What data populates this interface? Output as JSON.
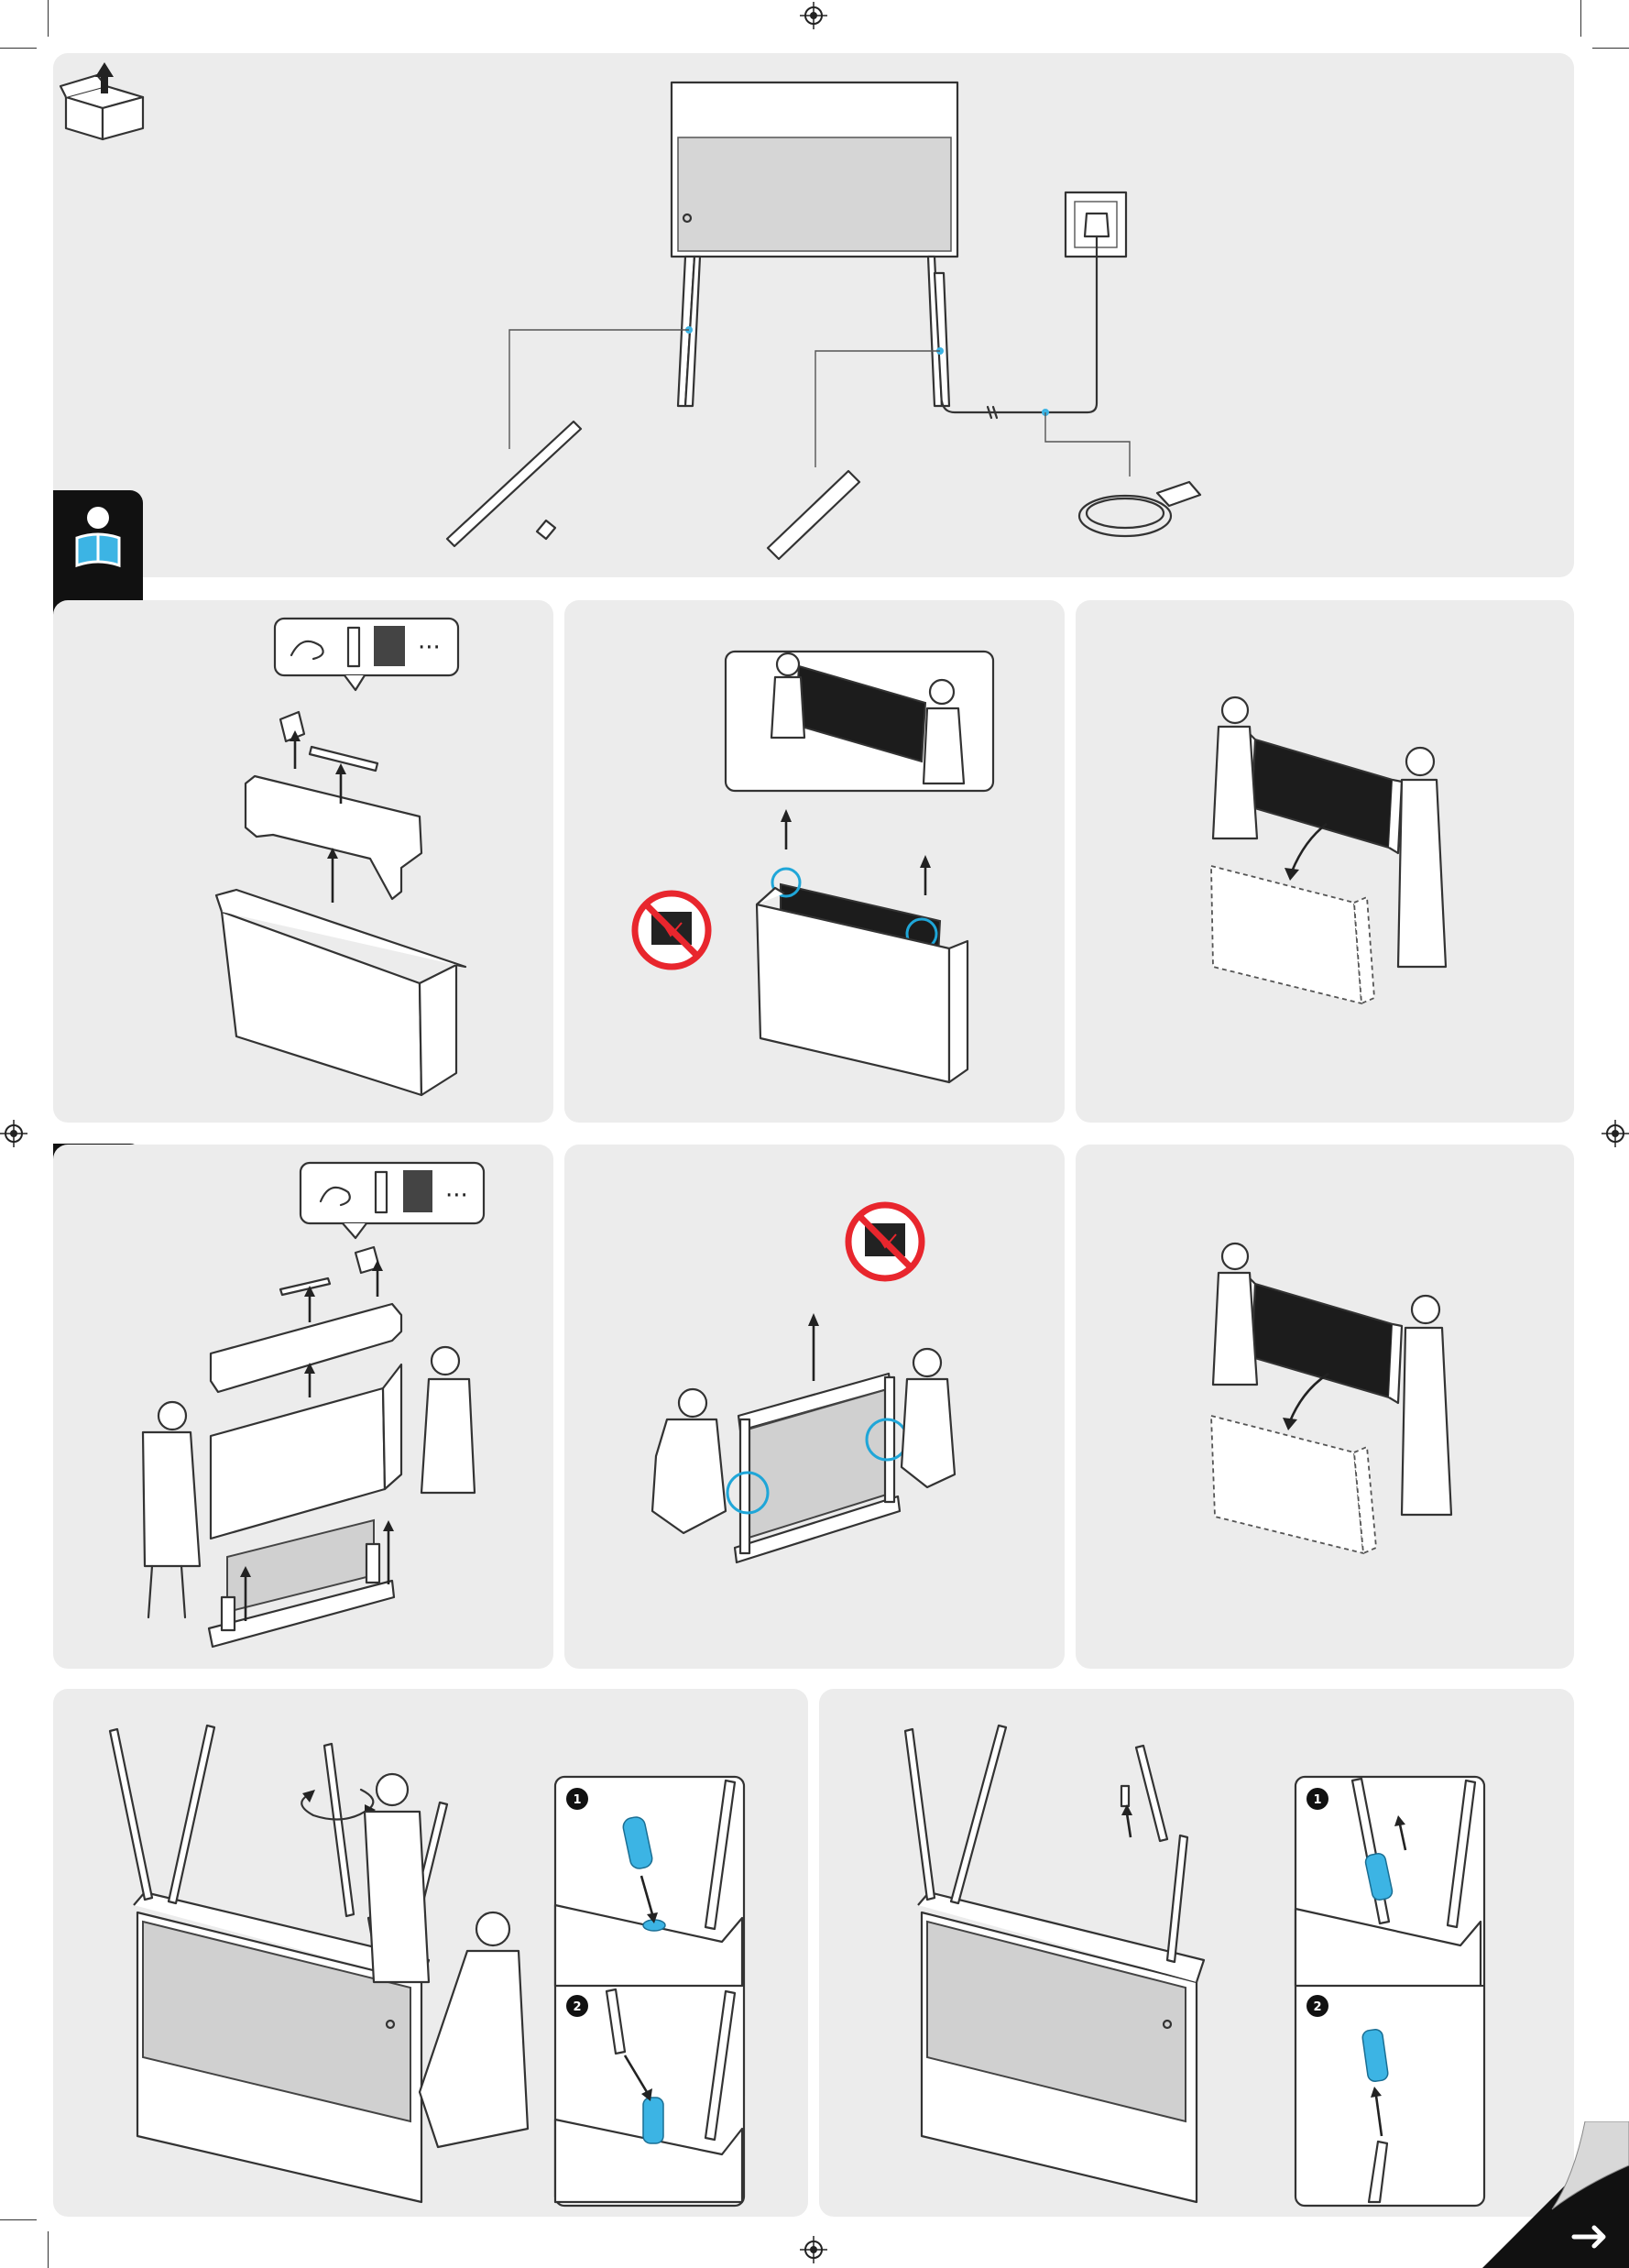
{
  "document": {
    "icons": {
      "unbox": "box-open-up-icon",
      "read_manual": "person-reading-icon",
      "prohibited": "no-touching-screen-icon",
      "next_page": "page-curl-arrow-icon"
    },
    "colors": {
      "panel_bg": "#ececec",
      "accent_blue": "#3cb4e4",
      "prohibited_red": "#e8262d",
      "tab_black": "#111111"
    },
    "insets": {
      "left": [
        "1",
        "2"
      ],
      "right": [
        "1",
        "2"
      ]
    },
    "ellipsis": "···"
  }
}
